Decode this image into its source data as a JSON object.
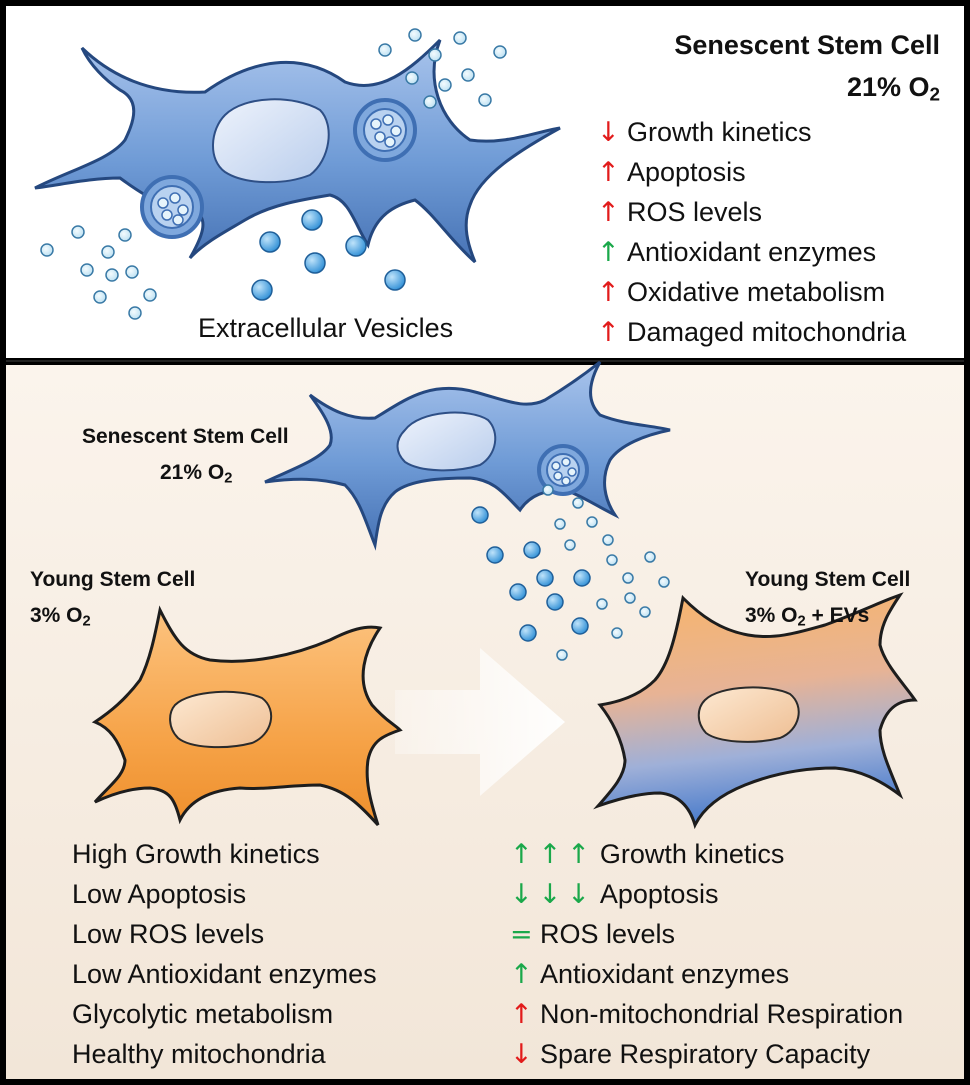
{
  "top": {
    "title_line1": "Senescent Stem Cell",
    "title_line2": "21% O",
    "title_line2_sub": "2",
    "caption": "Extracellular Vesicles",
    "items": [
      {
        "arrow": "↓",
        "color": "#e21b1b",
        "label": "Growth kinetics"
      },
      {
        "arrow": "↑",
        "color": "#e21b1b",
        "label": "Apoptosis"
      },
      {
        "arrow": "↑",
        "color": "#e21b1b",
        "label": "ROS levels"
      },
      {
        "arrow": "↑",
        "color": "#1aa84a",
        "label": "Antioxidant enzymes"
      },
      {
        "arrow": "↑",
        "color": "#e21b1b",
        "label": "Oxidative metabolism"
      },
      {
        "arrow": "↑",
        "color": "#e21b1b",
        "label": "Damaged mitochondria"
      }
    ]
  },
  "bottom": {
    "senescent_label_line1": "Senescent Stem Cell",
    "senescent_label_line2": "21% O",
    "senescent_label_sub": "2",
    "young_left_line1": "Young Stem Cell",
    "young_left_line2": "3% O",
    "young_left_sub": "2",
    "young_right_line1": "Young Stem Cell",
    "young_right_line2a": "3% O",
    "young_right_sub": "2",
    "young_right_line2b": " + EVs",
    "left_list": [
      "High Growth kinetics",
      "Low Apoptosis",
      "Low ROS levels",
      "Low Antioxidant enzymes",
      "Glycolytic metabolism",
      "Healthy mitochondria"
    ],
    "right_list": [
      {
        "arrow": "↑↑↑",
        "color": "#1aa84a",
        "label": "Growth kinetics"
      },
      {
        "arrow": "↓↓↓",
        "color": "#1aa84a",
        "label": "Apoptosis"
      },
      {
        "arrow": "=",
        "color": "#1aa84a",
        "label": "ROS levels"
      },
      {
        "arrow": "↑",
        "color": "#1aa84a",
        "label": "Antioxidant enzymes"
      },
      {
        "arrow": "↑",
        "color": "#e21b1b",
        "label": "Non-mitochondrial Respiration"
      },
      {
        "arrow": "↓",
        "color": "#e21b1b",
        "label": "Spare Respiratory Capacity"
      }
    ]
  },
  "colors": {
    "senescent_cell": "#6f9bd6",
    "young_cell": "#f6a348",
    "vesicle": "#56a8e0",
    "up_red": "#e21b1b",
    "green": "#1aa84a"
  }
}
